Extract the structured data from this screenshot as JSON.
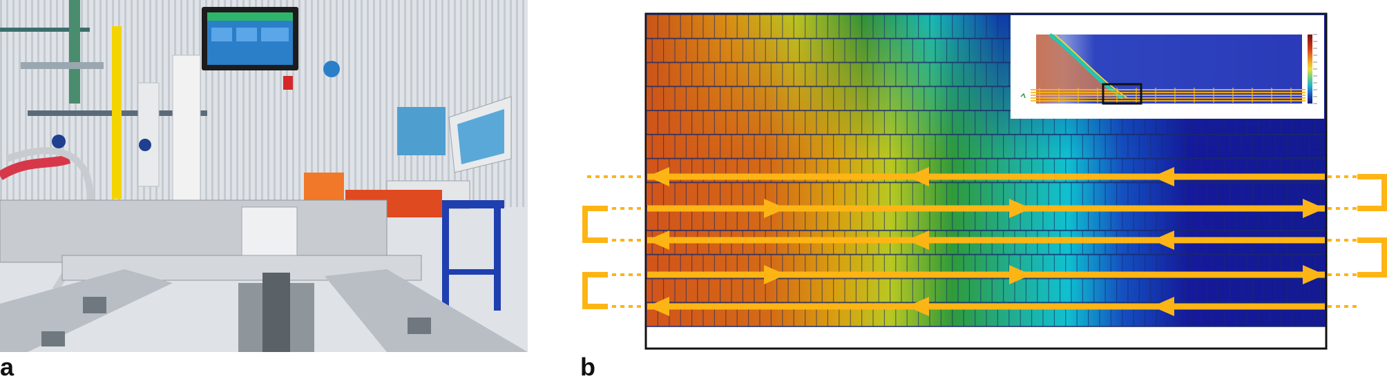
{
  "panels": [
    {
      "label": "a",
      "kind": "photograph of industrial machine with monitors"
    },
    {
      "label": "b",
      "kind": "color map of element mesh with serpentine path arrows"
    }
  ],
  "sim": {
    "path_color": "#FDB515",
    "passes": [
      {
        "direction": "left"
      },
      {
        "direction": "right"
      },
      {
        "direction": "left"
      },
      {
        "direction": "right"
      },
      {
        "direction": "left"
      }
    ],
    "colormap": [
      "#0a0f8a",
      "#1a2fc0",
      "#00b8c8",
      "#2fc89a",
      "#1f8f3a",
      "#b8c820",
      "#d8a010",
      "#d26018",
      "#c85018"
    ],
    "inset_colorbar": [
      "#7a1010",
      "#d23a1a",
      "#f0a020",
      "#e8e040",
      "#70d080",
      "#20b0d0",
      "#2050c0",
      "#101870"
    ]
  }
}
